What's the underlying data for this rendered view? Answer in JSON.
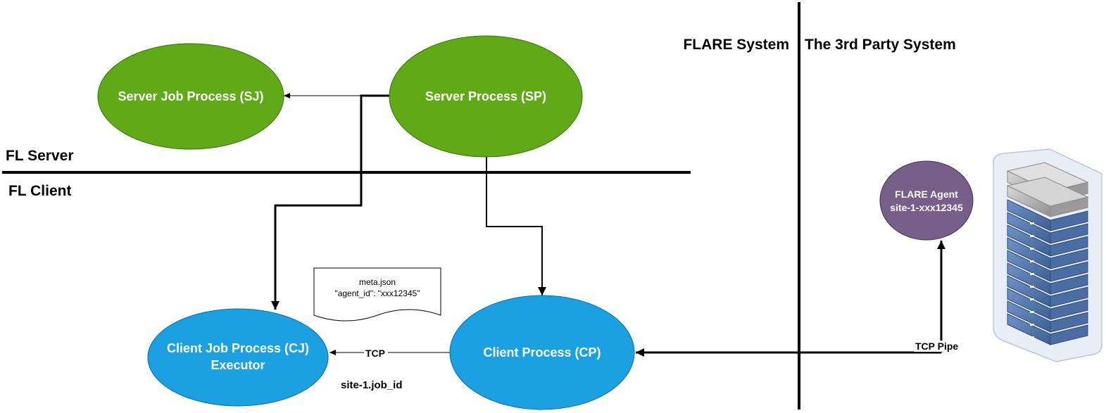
{
  "labels": {
    "flare_system": "FLARE System",
    "third_party_system": "The 3rd Party System",
    "fl_server": "FL Server",
    "fl_client": "FL Client"
  },
  "nodes": {
    "server_job_process": "Server Job Process (SJ)",
    "server_process": "Server Process (SP)",
    "client_job_process_line1": "Client Job Process (CJ)",
    "client_job_process_line2": "Executor",
    "client_process": "Client Process (CP)",
    "flare_agent_line1": "FLARE Agent",
    "flare_agent_line2": "site-1-xxx12345"
  },
  "document": {
    "line1": "meta.json",
    "line2": "\"agent_id\": \"xxx12345\""
  },
  "edges": {
    "tcp": "TCP",
    "tcp_pipe": "TCP Pipe",
    "job_id": "site-1.job_id"
  },
  "colors": {
    "server_green": "#60a917",
    "client_blue": "#1ba1e2",
    "agent_purple": "#76608a",
    "server_rack_blue": "#5b7fb5",
    "server_rack_gray": "#a8a8a8"
  }
}
